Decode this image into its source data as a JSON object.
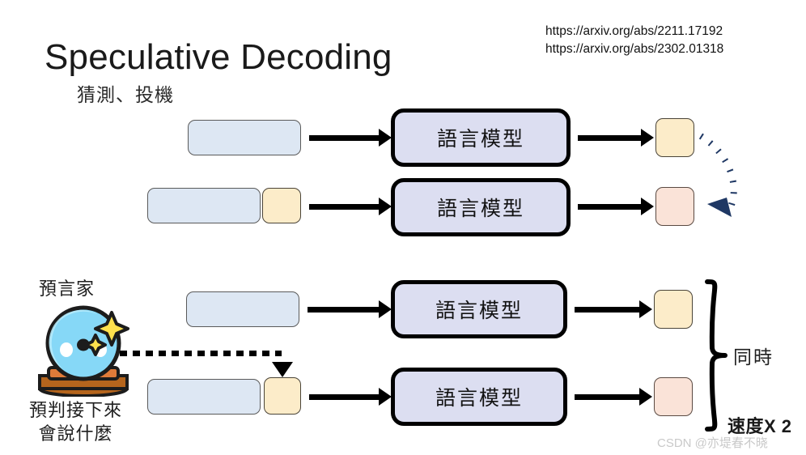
{
  "header": {
    "title": "Speculative Decoding",
    "subtitle": "猜測、投機",
    "links": [
      "https://arxiv.org/abs/2211.17192",
      "https://arxiv.org/abs/2302.01318"
    ]
  },
  "labels": {
    "language_model": "語言模型",
    "oracle_title": "預言家",
    "oracle_caption_line1": "預判接下來",
    "oracle_caption_line2": "會說什麼",
    "same_time": "同時",
    "speedup": "速度X 2"
  },
  "sections": {
    "top": {
      "rows": [
        {
          "name": "sequential-step-1",
          "input_boxes": [
            "blue"
          ],
          "model": "語言模型",
          "output_box": "yellow"
        },
        {
          "name": "sequential-step-2",
          "input_boxes": [
            "blue",
            "yellow"
          ],
          "model": "語言模型",
          "output_box": "pink"
        }
      ],
      "feedback_arrow": "dotted-curved-navy"
    },
    "bottom": {
      "rows": [
        {
          "name": "parallel-step-1",
          "input_boxes": [
            "blue"
          ],
          "model": "語言模型",
          "output_box": "yellow"
        },
        {
          "name": "parallel-step-2",
          "input_boxes": [
            "blue",
            "yellow"
          ],
          "model": "語言模型",
          "output_box": "pink"
        }
      ],
      "predictor_arrow": "dotted-black-elbow-down"
    }
  },
  "colors": {
    "input_box": "#dde7f3",
    "token_yellow": "#fcecc9",
    "token_pink": "#fae3d8",
    "model_box": "#dcdef1",
    "feedback_arrow": "#1f3864",
    "crystal_ball": "#86d8f7",
    "crystal_base": "#b5651d",
    "sparkle": "#ffe14d"
  },
  "watermark": "CSDN @亦堤春不晓"
}
